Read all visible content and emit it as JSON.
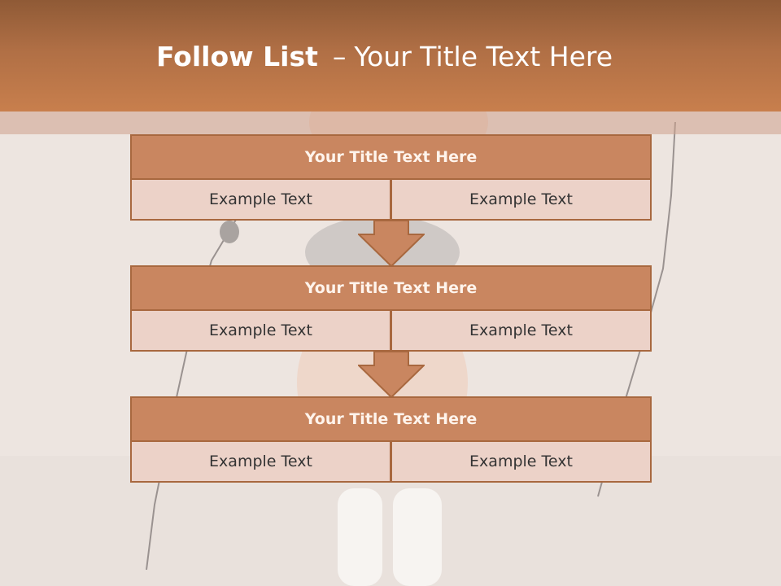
{
  "header": {
    "title_bold": "Follow List",
    "title_sep": "–",
    "title_rest": "Your Title Text Here"
  },
  "steps": [
    {
      "title": "Your Title Text Here",
      "left": "Example Text",
      "right": "Example Text"
    },
    {
      "title": "Your Title Text Here",
      "left": "Example Text",
      "right": "Example Text"
    },
    {
      "title": "Your Title Text Here",
      "left": "Example Text",
      "right": "Example Text"
    }
  ],
  "colors": {
    "header": "#c87f4d",
    "step_title_fill": "#c98660",
    "step_cell_fill": "#ecd2c8",
    "border": "#a8683f"
  },
  "icons": {
    "connector": "down-arrow-icon"
  }
}
